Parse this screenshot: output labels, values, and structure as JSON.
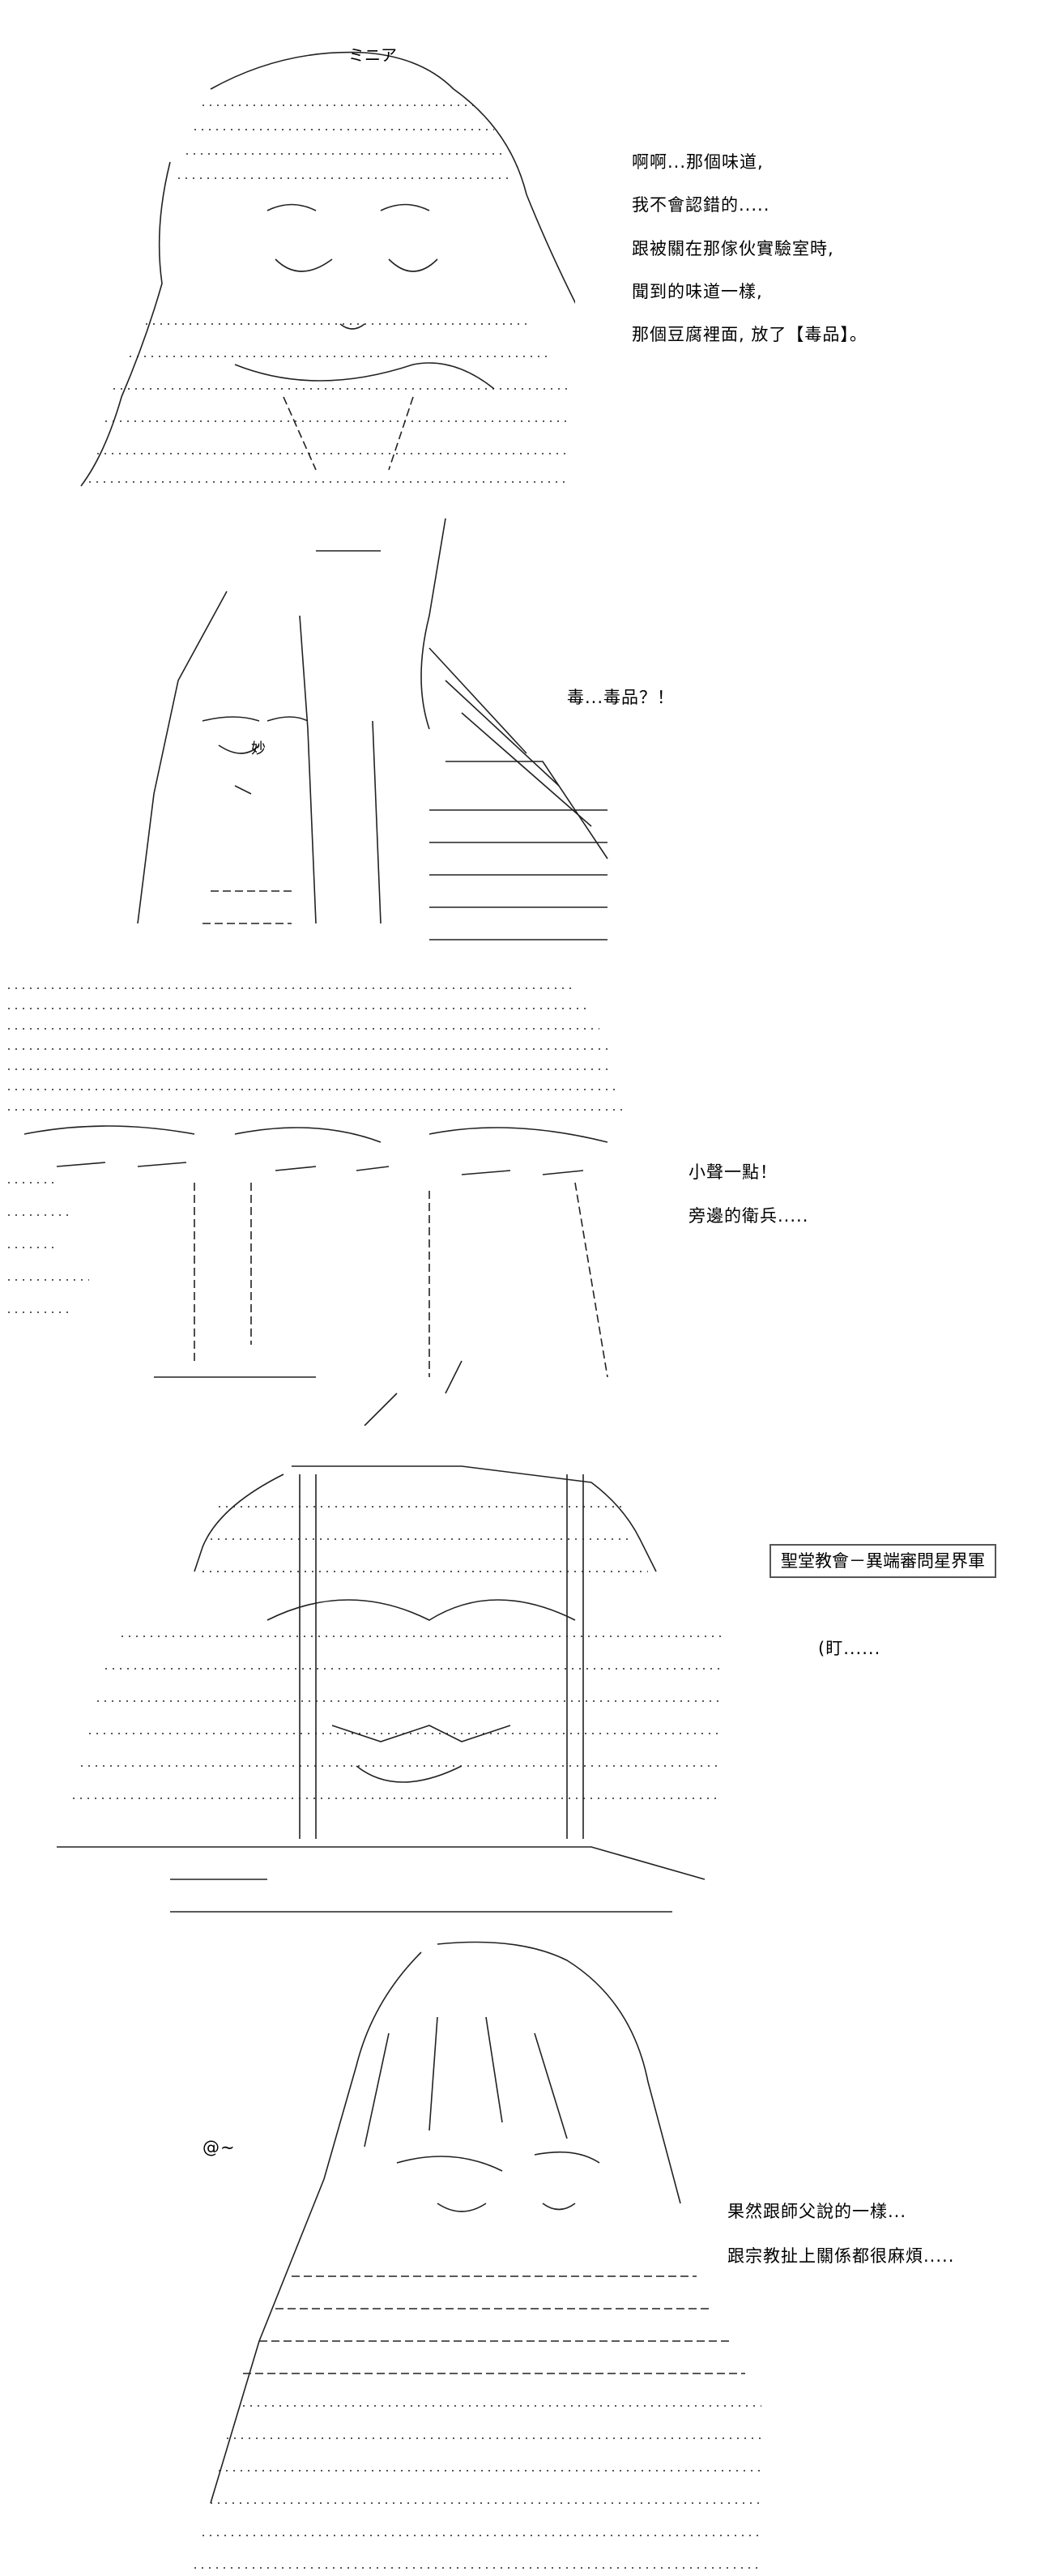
{
  "panels": [
    {
      "art_label": "ミニア",
      "dialogue": [
        "啊啊...那個味道,",
        "我不會認錯的.....",
        "跟被關在那傢伙實驗室時,",
        "聞到的味道一樣,",
        "那個豆腐裡面, 放了【毒品】。"
      ]
    },
    {
      "art_label": "妙",
      "dialogue": [
        "毒...毒品？！"
      ]
    },
    {
      "dialogue": [
        "小聲一點！",
        "旁邊的衛兵....."
      ]
    },
    {
      "caption": "聖堂教會－異端審問星界軍",
      "dialogue": [
        "(盯......"
      ]
    },
    {
      "sound": "@~",
      "dialogue": [
        "果然跟師父說的一樣...",
        "跟宗教扯上關係都很麻煩....."
      ]
    }
  ]
}
